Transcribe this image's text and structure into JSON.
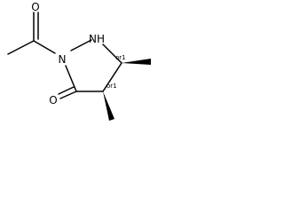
{
  "molecule": {
    "atoms": {
      "carbonyl_oxygen_acetyl": "O",
      "ring_nitrogen_1": "N",
      "ring_nitrogen_2": "NH",
      "carbonyl_oxygen_ring": "O"
    },
    "stereo_labels": {
      "c5": "or1",
      "c4": "or1"
    }
  }
}
